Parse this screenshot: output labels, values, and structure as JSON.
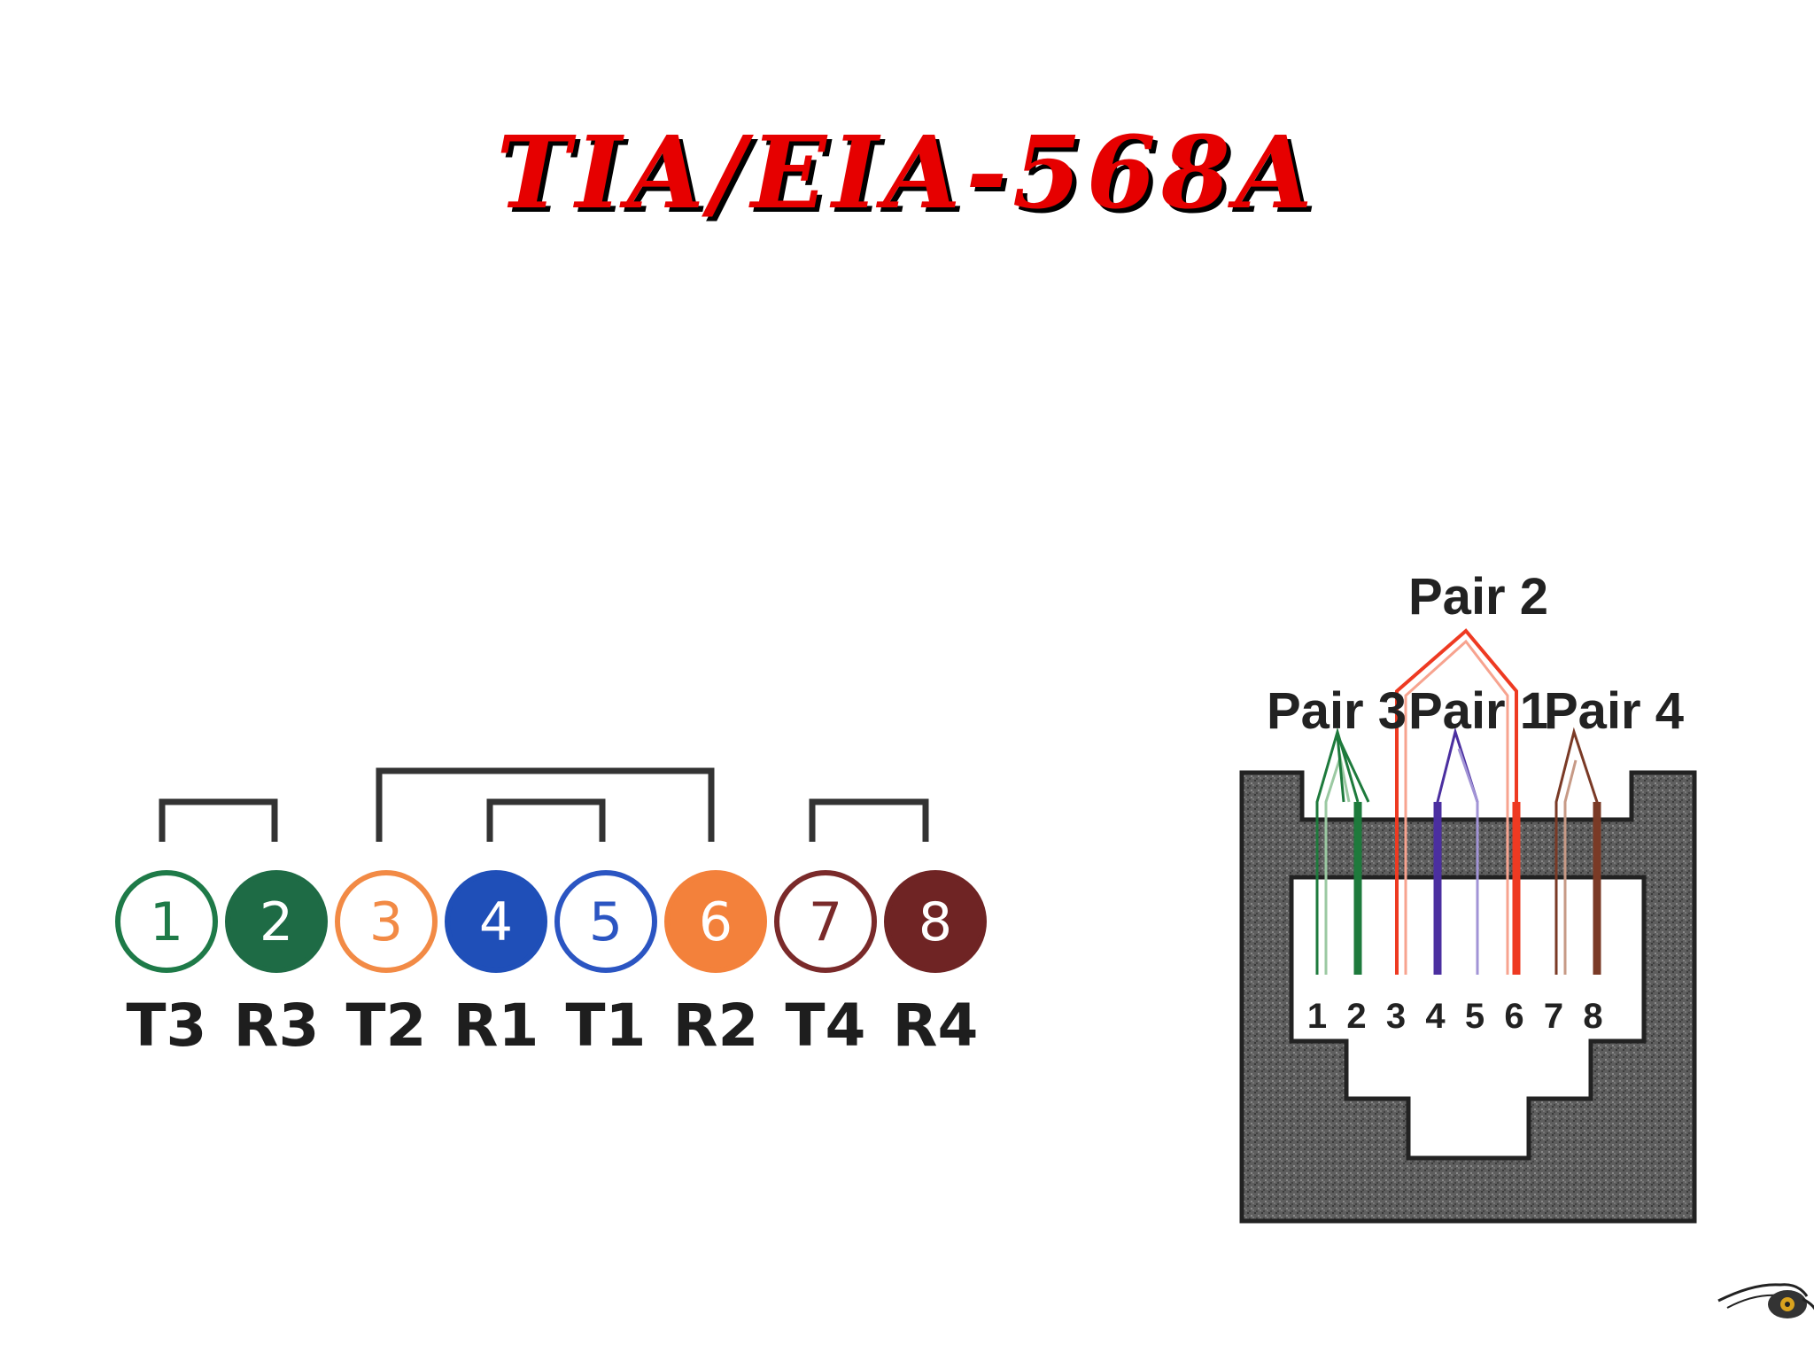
{
  "title": "TIA/EIA-568A",
  "pins": [
    {
      "number": "1",
      "label": "T3",
      "color": "#1e7a48",
      "filled": false
    },
    {
      "number": "2",
      "label": "R3",
      "color": "#1e6b45",
      "filled": true
    },
    {
      "number": "3",
      "label": "T2",
      "color": "#f28a45",
      "filled": false
    },
    {
      "number": "4",
      "label": "R1",
      "color": "#1f4fb8",
      "filled": true
    },
    {
      "number": "5",
      "label": "T1",
      "color": "#2b55c2",
      "filled": false
    },
    {
      "number": "6",
      "label": "R2",
      "color": "#f3813b",
      "filled": true
    },
    {
      "number": "7",
      "label": "T4",
      "color": "#7a2a2a",
      "filled": false
    },
    {
      "number": "8",
      "label": "R4",
      "color": "#6f2424",
      "filled": true
    }
  ],
  "jack": {
    "pair_labels": {
      "pair2": "Pair 2",
      "pair3": "Pair 3",
      "pair1": "Pair 1",
      "pair4": "Pair 4"
    },
    "pin_numbers": [
      "1",
      "2",
      "3",
      "4",
      "5",
      "6",
      "7",
      "8"
    ],
    "wire_colors": {
      "pair3": "#1e7a3c",
      "pair2": "#ee3a22",
      "pair1": "#4b2fa0",
      "pair4": "#7a3a26"
    }
  },
  "icons": {
    "corner_logo": "bird-logo-icon"
  }
}
